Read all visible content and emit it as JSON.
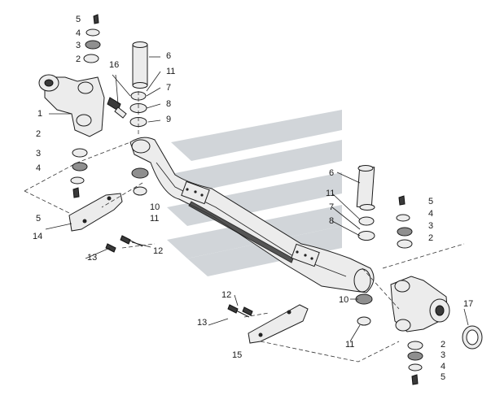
{
  "diagram": {
    "callouts": {
      "c1": "5",
      "c2": "4",
      "c3": "3",
      "c4": "2",
      "c5": "16",
      "c6": "1",
      "c7": "2",
      "c8": "3",
      "c9": "4",
      "c10": "5",
      "c11": "14",
      "c12": "12",
      "c13": "13",
      "c14": "6",
      "c15": "11",
      "c16": "7",
      "c17": "8",
      "c18": "9",
      "c19": "10",
      "c20": "11",
      "c21": "6",
      "c22": "11",
      "c23": "7",
      "c24": "8",
      "c25": "5",
      "c26": "4",
      "c27": "3",
      "c28": "2",
      "c29": "10",
      "c30": "11",
      "c31": "12",
      "c32": "13",
      "c33": "15",
      "c34": "17",
      "c35": "2",
      "c36": "3",
      "c37": "4",
      "c38": "5"
    },
    "colors": {
      "line": "#1c1c1c",
      "fill": "#ececec",
      "watermark": "#9aa4ac"
    }
  }
}
